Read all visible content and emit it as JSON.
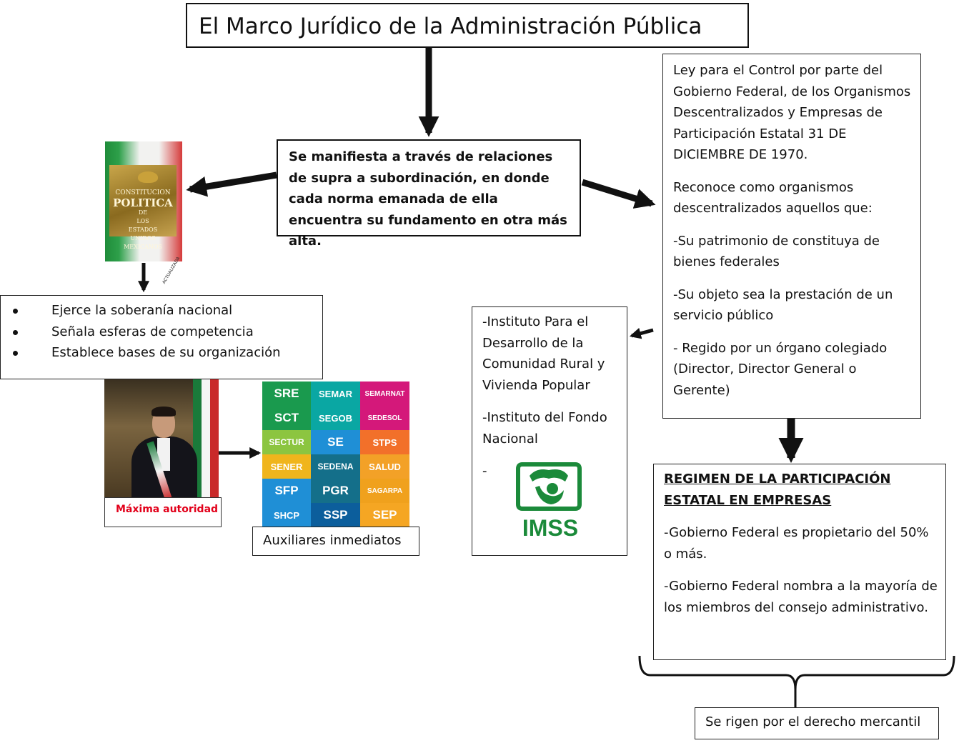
{
  "title": "El Marco Jurídico de la Administración Pública",
  "center_text": "Se manifiesta a través de relaciones de supra a subordinación, en donde cada norma emanada de ella encuentra su fundamento en otra más alta.",
  "constitution": {
    "line1": "CONSTITUCION",
    "line2": "POLITICA",
    "line3": "DE",
    "line4": "LOS",
    "line5": "ESTADOS",
    "line6": "UNIDOS",
    "line7": "MEXICANOS",
    "badge": "ACTUALIZADA"
  },
  "bullets": [
    "Ejerce la soberanía nacional",
    "Señala esferas de competencia",
    "Establece bases de su organización"
  ],
  "president_caption": "Máxima autoridad",
  "secretarias_caption": "Auxiliares inmediatos",
  "secretarias": [
    {
      "label": "SRE",
      "color": "#1a9a4e"
    },
    {
      "label": "SEMAR",
      "color": "#0aa7a3"
    },
    {
      "label": "SEMARNAT",
      "color": "#d4187a"
    },
    {
      "label": "SCT",
      "color": "#1a9a4e"
    },
    {
      "label": "SEGOB",
      "color": "#0aa7a3"
    },
    {
      "label": "SEDESOL",
      "color": "#d4187a"
    },
    {
      "label": "SECTUR",
      "color": "#8cc540"
    },
    {
      "label": "SE",
      "color": "#1f8fd6"
    },
    {
      "label": "STPS",
      "color": "#f2702a"
    },
    {
      "label": "SENER",
      "color": "#f0b51c"
    },
    {
      "label": "SEDENA",
      "color": "#146f8a"
    },
    {
      "label": "SALUD",
      "color": "#f3a127"
    },
    {
      "label": "SFP",
      "color": "#1f8fd6"
    },
    {
      "label": "PGR",
      "color": "#146f8a"
    },
    {
      "label": "SAGARPA",
      "color": "#f0a11d"
    },
    {
      "label": "SHCP",
      "color": "#1f8fd6"
    },
    {
      "label": "SSP",
      "color": "#0c5e9c"
    },
    {
      "label": "SEP",
      "color": "#f5a623"
    }
  ],
  "ley": {
    "p1": "Ley para el Control por parte del Gobierno Federal, de los Organismos Descentralizados y Empresas de Participación Estatal 31 DE DICIEMBRE DE 1970.",
    "p2": "Reconoce como organismos descentralizados aquellos que:",
    "p3": "-Su patrimonio de constituya de bienes federales",
    "p4": "-Su objeto sea la prestación de un servicio público",
    "p5": "- Regido por un órgano colegiado (Director, Director General o Gerente)"
  },
  "institutos": {
    "p1": "-Instituto Para el Desarrollo de la Comunidad Rural y Vivienda Popular",
    "p2": "-Instituto del Fondo Nacional",
    "p3": "-",
    "logo_text": "IMSS",
    "logo_color": "#1b8a3a"
  },
  "regimen": {
    "heading": "REGIMEN DE LA PARTICIPACIÓN ESTATAL EN EMPRESAS",
    "p1": "-Gobierno Federal es propietario del 50% o más.",
    "p2": "-Gobierno Federal nombra a la mayoría de los miembros del consejo administrativo."
  },
  "mercantil": "Se rigen por el derecho mercantil"
}
